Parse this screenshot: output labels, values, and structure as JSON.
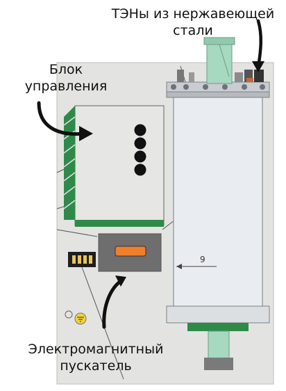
{
  "labels": {
    "heaters": [
      "ТЭНы из нержавеющей",
      "стали"
    ],
    "control_unit": [
      "Блок",
      "управления"
    ],
    "contactor": [
      "Электромагнитный",
      "пускатель"
    ],
    "dimension": "9"
  },
  "colors": {
    "panel": "#e3e3e1",
    "cylinder": "#e9edf1",
    "green_trim": "#2f8a4a",
    "pipe": "#a6d9c0",
    "contactor_body": "#6e6e6e",
    "contactor_indicator": "#f07f2c",
    "arrow": "#111111"
  },
  "icons": [
    "ground-symbol-icon",
    "terminal-block-icon",
    "indicator-dots-icon"
  ]
}
